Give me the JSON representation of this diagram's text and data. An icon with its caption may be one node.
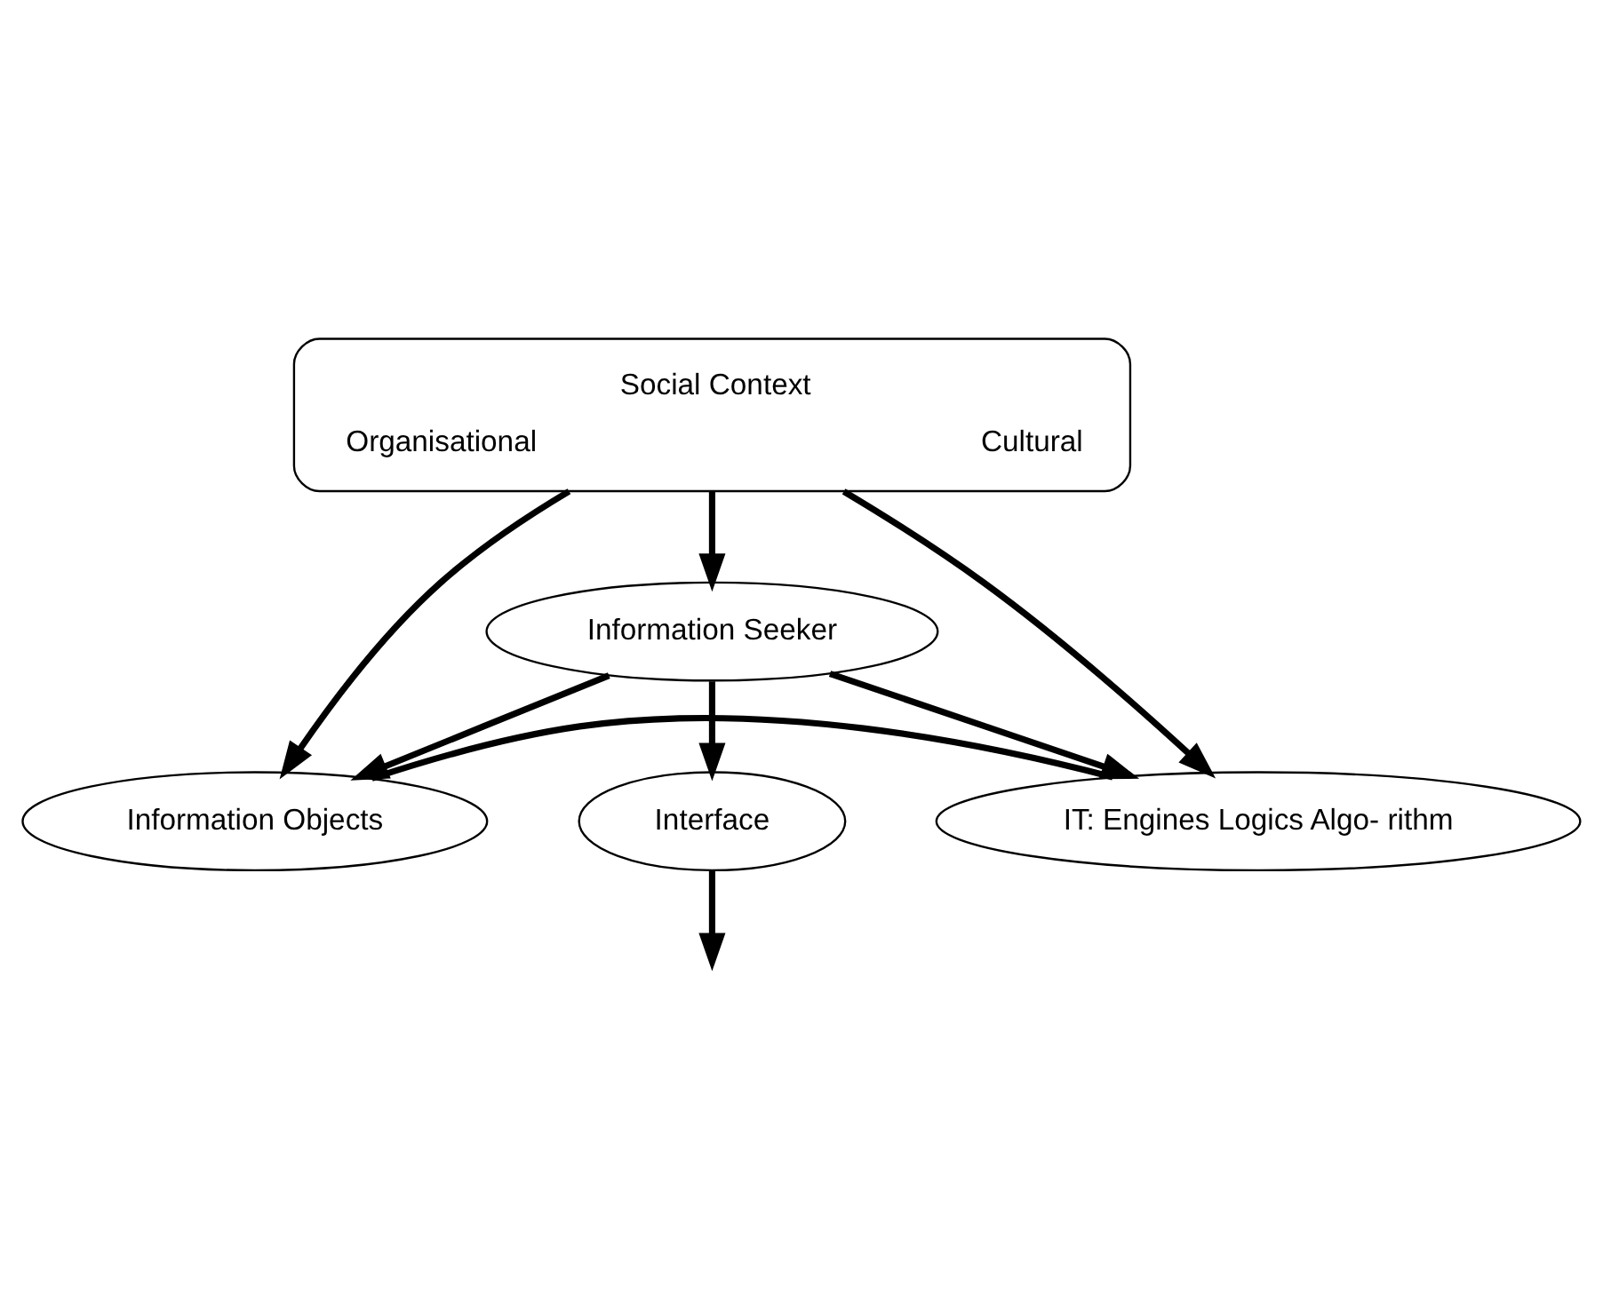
{
  "diagram": {
    "nodes": [
      {
        "text": [
          "Social Context",
          "Organisational",
          "Cultural"
        ]
      },
      {
        "text": [
          "Information Seeker"
        ]
      },
      {
        "text": [
          "Interface"
        ]
      },
      {
        "text": [
          "Information Objects"
        ]
      },
      {
        "text": [
          "IT: Engines Logics Algo- rithm"
        ]
      }
    ],
    "edges": [
      {
        "from": 0,
        "to": 1,
        "arrow": "to"
      },
      {
        "from": 0,
        "to": 3,
        "arrow": "to"
      },
      {
        "from": 1,
        "to": 3,
        "arrow": "to"
      },
      {
        "from": 1,
        "to": 2,
        "arrow": "to"
      },
      {
        "from": 1,
        "to": 4,
        "arrow": "to"
      },
      {
        "from": 0,
        "to": 4,
        "arrow": "to"
      },
      {
        "from": 3,
        "to": 4,
        "arrow": "none"
      },
      {
        "from": 2,
        "to": null,
        "arrow": "to"
      }
    ]
  }
}
